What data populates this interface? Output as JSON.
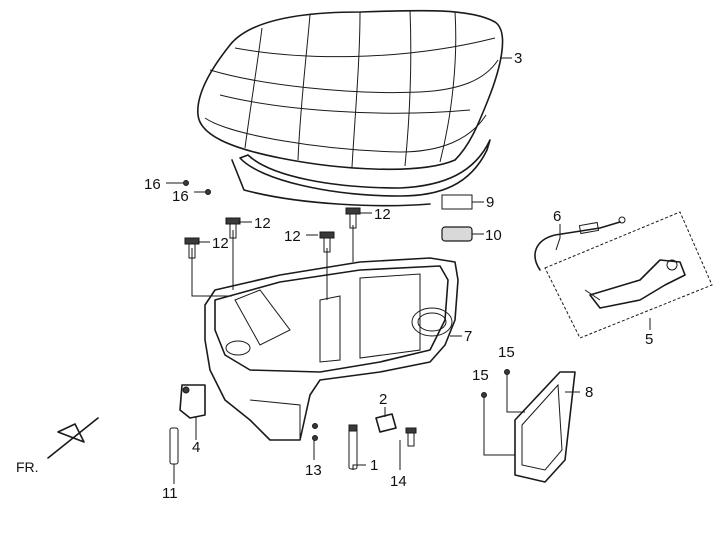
{
  "direction_label": "FR.",
  "callouts": {
    "p1": "1",
    "p2": "2",
    "p3": "3",
    "p4": "4",
    "p5": "5",
    "p6": "6",
    "p7": "7",
    "p8": "8",
    "p9": "9",
    "p10": "10",
    "p11": "11",
    "p12a": "12",
    "p12b": "12",
    "p12c": "12",
    "p13": "13",
    "p14": "14",
    "p15a": "15",
    "p15b": "15",
    "p16a": "16",
    "p16b": "16"
  }
}
